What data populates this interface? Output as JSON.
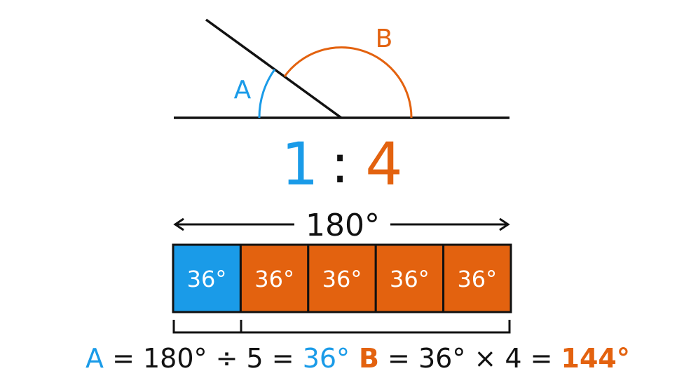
{
  "colors": {
    "blue": "#1a9be8",
    "orange": "#e3620f",
    "ink": "#111111"
  },
  "angle_labels": {
    "a": "A",
    "b": "B"
  },
  "ratio": {
    "left": "1",
    "sep": ":",
    "right": "4"
  },
  "total_label": "180°",
  "parts": [
    "36°",
    "36°",
    "36°",
    "36°",
    "36°"
  ],
  "equation_a": {
    "var": "A",
    "expr": " = 180° ÷ 5 = ",
    "result": "36°"
  },
  "equation_b": {
    "var": "B",
    "expr": " = 36° × 4 = ",
    "result": "144°"
  }
}
